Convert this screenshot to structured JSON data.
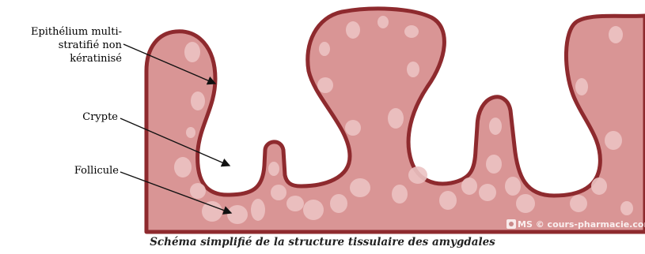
{
  "labels": {
    "epithelium": "Epithélium multi-stratifié non kératinisé",
    "crypte": "Crypte",
    "follicule": "Follicule"
  },
  "caption": "Schéma simplifié de la structure tissulaire des amygdales",
  "watermark": {
    "brand": "MS",
    "site": "© cours-pharmacie.com"
  },
  "colors": {
    "tissue": "#d99595",
    "epithelium": "#8e2a2e",
    "crypt": "#ffffff",
    "follicle": "#ecc3c3"
  }
}
